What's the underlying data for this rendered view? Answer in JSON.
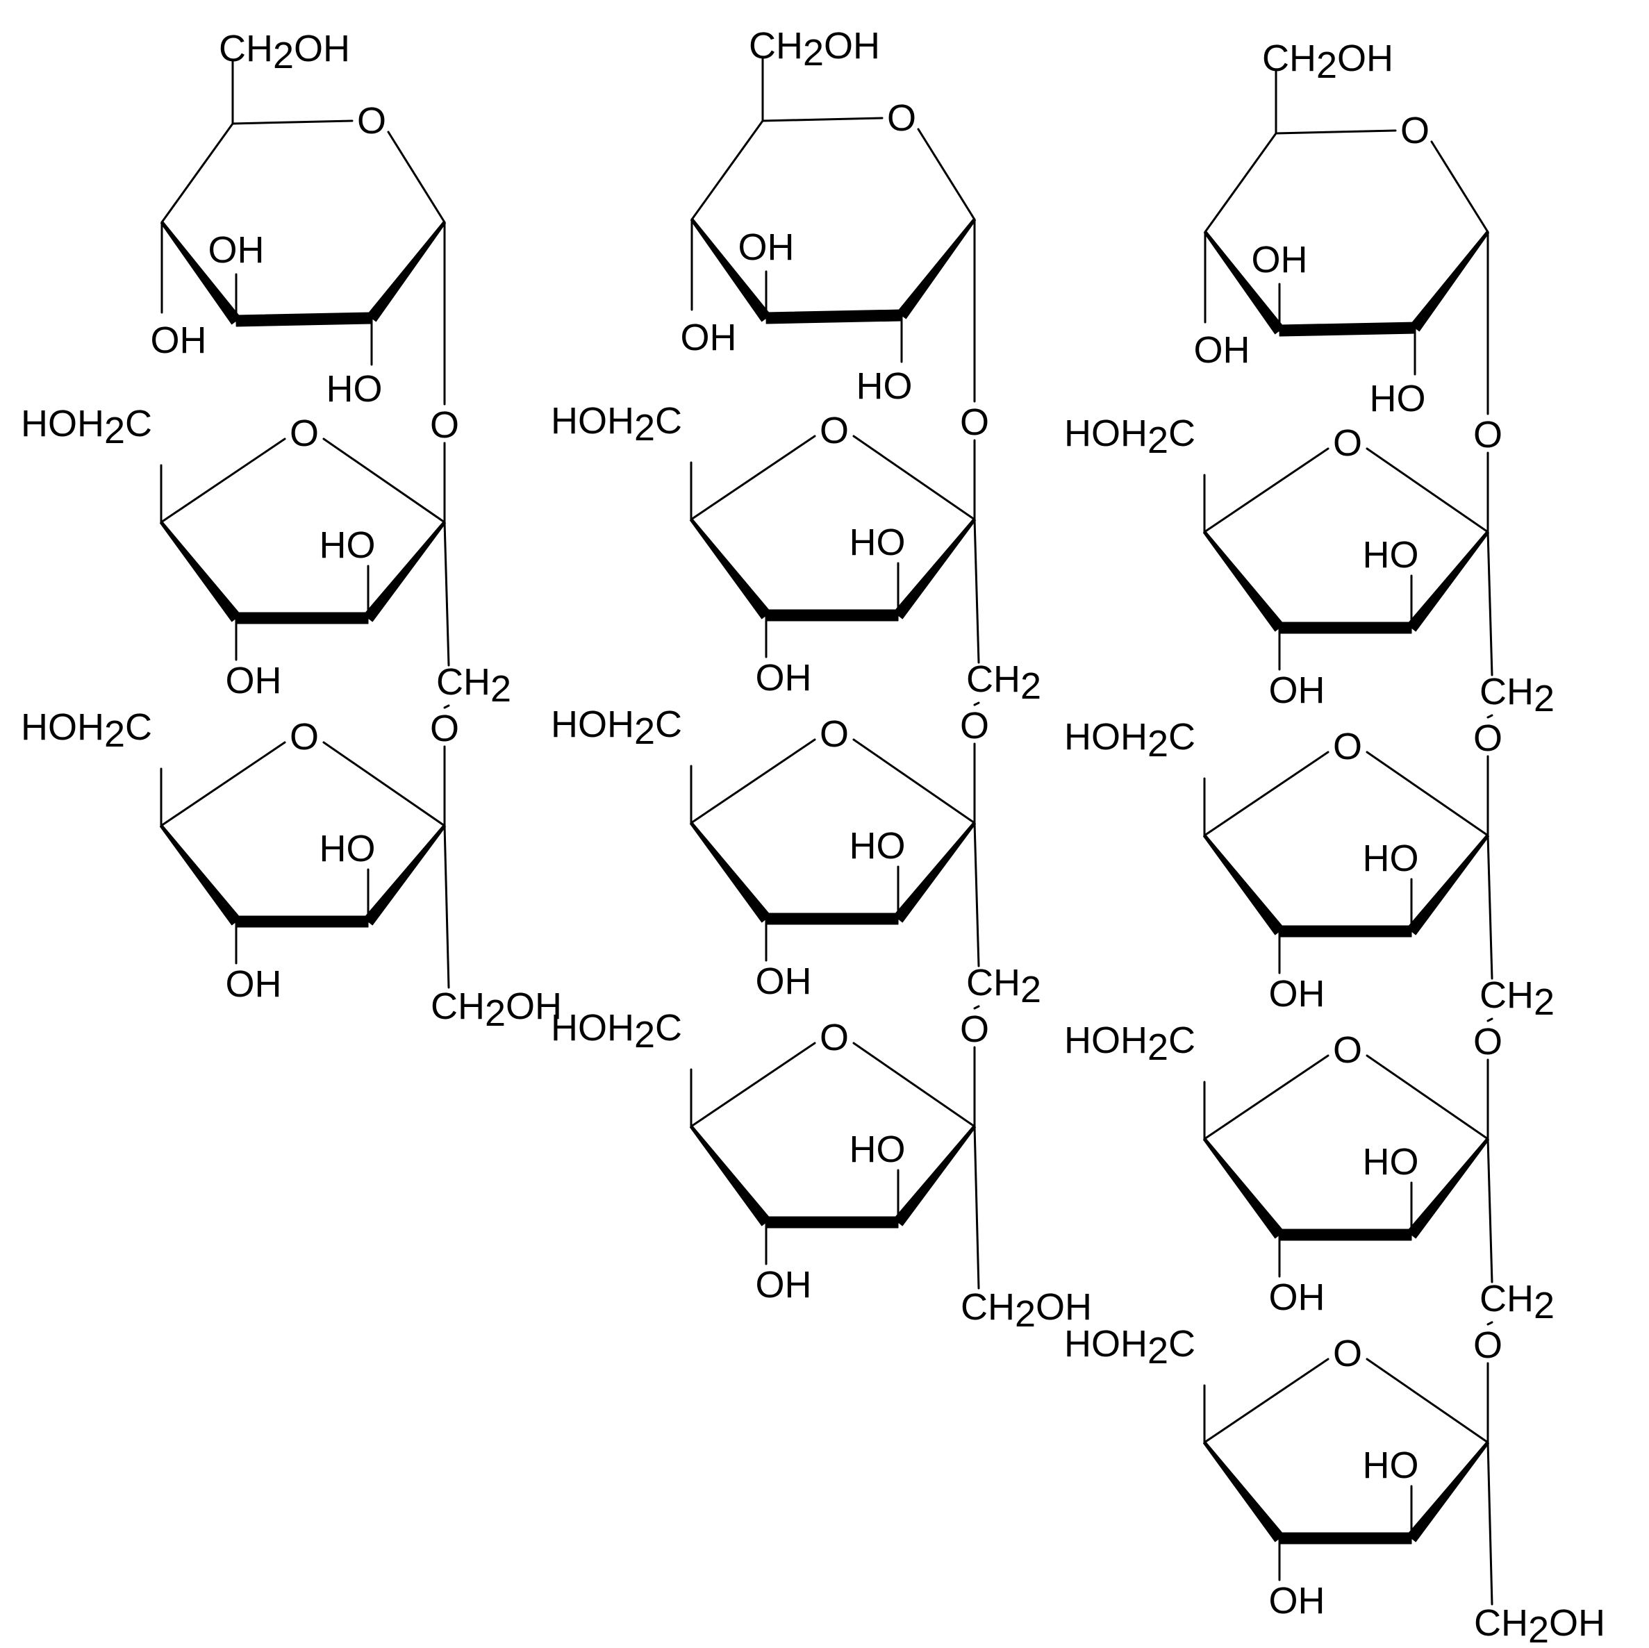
{
  "figure": {
    "molecules": [
      {
        "id": "mol-1",
        "units": [
          {
            "type": "pyranose",
            "labels": {
              "top": "CH2OH",
              "ring_o": "O",
              "oh_upper": "OH",
              "oh_left": "OH",
              "ho_bottom": "HO"
            }
          },
          {
            "type": "furanose",
            "labels": {
              "ch2": "HOH2C",
              "ring_o": "O",
              "ho": "HO",
              "oh": "OH"
            },
            "link": {
              "glyco_o": "O",
              "bridge": "CH2"
            }
          },
          {
            "type": "furanose",
            "labels": {
              "ch2": "HOH2C",
              "ring_o": "O",
              "ho": "HO",
              "oh": "OH"
            },
            "link": {
              "glyco_o": "O"
            },
            "terminal": "CH2OH"
          }
        ]
      },
      {
        "id": "mol-2",
        "units": [
          {
            "type": "pyranose",
            "labels": {
              "top": "CH2OH",
              "ring_o": "O",
              "oh_upper": "OH",
              "oh_left": "OH",
              "ho_bottom": "HO"
            }
          },
          {
            "type": "furanose",
            "labels": {
              "ch2": "HOH2C",
              "ring_o": "O",
              "ho": "HO",
              "oh": "OH"
            },
            "link": {
              "glyco_o": "O",
              "bridge": "CH2"
            }
          },
          {
            "type": "furanose",
            "labels": {
              "ch2": "HOH2C",
              "ring_o": "O",
              "ho": "HO",
              "oh": "OH"
            },
            "link": {
              "glyco_o": "O",
              "bridge": "CH2"
            }
          },
          {
            "type": "furanose",
            "labels": {
              "ch2": "HOH2C",
              "ring_o": "O",
              "ho": "HO",
              "oh": "OH"
            },
            "link": {
              "glyco_o": "O"
            },
            "terminal": "CH2OH"
          }
        ]
      },
      {
        "id": "mol-3",
        "units": [
          {
            "type": "pyranose",
            "labels": {
              "top": "CH2OH",
              "ring_o": "O",
              "oh_upper": "OH",
              "oh_left": "OH",
              "ho_bottom": "HO"
            }
          },
          {
            "type": "furanose",
            "labels": {
              "ch2": "HOH2C",
              "ring_o": "O",
              "ho": "HO",
              "oh": "OH"
            },
            "link": {
              "glyco_o": "O",
              "bridge": "CH2"
            }
          },
          {
            "type": "furanose",
            "labels": {
              "ch2": "HOH2C",
              "ring_o": "O",
              "ho": "HO",
              "oh": "OH"
            },
            "link": {
              "glyco_o": "O",
              "bridge": "CH2"
            }
          },
          {
            "type": "furanose",
            "labels": {
              "ch2": "HOH2C",
              "ring_o": "O",
              "ho": "HO",
              "oh": "OH"
            },
            "link": {
              "glyco_o": "O",
              "bridge": "CH2"
            }
          },
          {
            "type": "furanose",
            "labels": {
              "ch2": "HOH2C",
              "ring_o": "O",
              "ho": "HO",
              "oh": "OH"
            },
            "link": {
              "glyco_o": "O"
            },
            "terminal": "CH2OH"
          }
        ]
      }
    ]
  }
}
